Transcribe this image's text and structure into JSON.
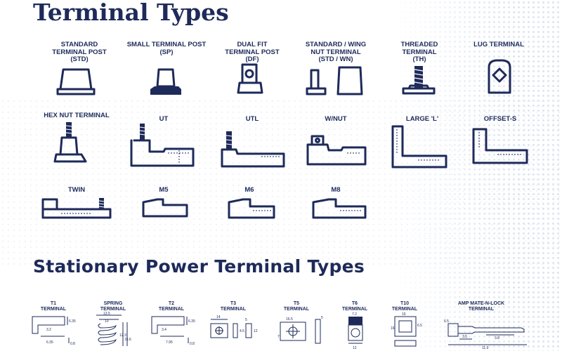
{
  "titles": {
    "main": "Terminal Types",
    "stationary": "Stationary Power Terminal Types"
  },
  "terminals": [
    {
      "lines": [
        "STANDARD",
        "TERMINAL POST",
        "(STD)"
      ],
      "icon": "standard-post-icon"
    },
    {
      "lines": [
        "SMALL TERMINAL POST",
        "(SP)"
      ],
      "icon": "small-post-icon"
    },
    {
      "lines": [
        "DUAL FIT",
        "TERMINAL POST",
        "(DF)"
      ],
      "icon": "dual-fit-post-icon"
    },
    {
      "lines": [
        "STANDARD / WING",
        "NUT TERMINAL",
        "(STD / WN)"
      ],
      "icon": "wing-nut-terminal-icon"
    },
    {
      "lines": [
        "THREADED",
        "TERMINAL",
        "(TH)"
      ],
      "icon": "threaded-terminal-icon"
    },
    {
      "lines": [
        "LUG TERMINAL"
      ],
      "icon": "lug-terminal-icon"
    },
    {
      "lines": [
        "HEX NUT TERMINAL"
      ],
      "icon": "hex-nut-terminal-icon"
    },
    {
      "lines": [
        "UT"
      ],
      "icon": "ut-terminal-icon"
    },
    {
      "lines": [
        "UTL"
      ],
      "icon": "utl-terminal-icon"
    },
    {
      "lines": [
        "W/NUT"
      ],
      "icon": "w-nut-terminal-icon"
    },
    {
      "lines": [
        "LARGE 'L'"
      ],
      "icon": "large-l-terminal-icon"
    },
    {
      "lines": [
        "OFFSET-S"
      ],
      "icon": "offset-s-terminal-icon"
    },
    {
      "lines": [
        "TWIN"
      ],
      "icon": "twin-terminal-icon"
    },
    {
      "lines": [
        "M5"
      ],
      "icon": "m5-terminal-icon"
    },
    {
      "lines": [
        "M6"
      ],
      "icon": "m6-terminal-icon"
    },
    {
      "lines": [
        "M8"
      ],
      "icon": "m8-terminal-icon"
    }
  ],
  "stationary": [
    {
      "lines": [
        "T1",
        "TERMINAL"
      ],
      "icon": "t1-terminal-drawing-icon",
      "dims": [
        "3.2",
        "6.35",
        "0.8",
        "6.35"
      ]
    },
    {
      "lines": [
        "SPRING",
        "TERMINAL"
      ],
      "icon": "spring-terminal-drawing-icon",
      "dims": [
        "13.5",
        "10",
        "12.3",
        "15.6"
      ]
    },
    {
      "lines": [
        "T2",
        "TERMINAL"
      ],
      "icon": "t2-terminal-drawing-icon",
      "dims": [
        "3.4",
        "7.95",
        "0.8",
        "6.35"
      ]
    },
    {
      "lines": [
        "T3",
        "TERMINAL"
      ],
      "icon": "t3-terminal-drawing-icon",
      "dims": [
        "14",
        "5",
        "4.5",
        "12"
      ]
    },
    {
      "lines": [
        "T5",
        "TERMINAL"
      ],
      "icon": "t5-terminal-drawing-icon",
      "dims": [
        "16.5",
        "5",
        "7"
      ]
    },
    {
      "lines": [
        "T6",
        "TERMINAL"
      ],
      "icon": "t6-terminal-drawing-icon",
      "dims": [
        "7.2",
        "12"
      ]
    },
    {
      "lines": [
        "T10",
        "TERMINAL"
      ],
      "icon": "t10-terminal-drawing-icon",
      "dims": [
        "16",
        "6.5",
        "16"
      ]
    },
    {
      "lines": [
        "AMP MATE-N-LOCK",
        "TERMINAL"
      ],
      "icon": "amp-mate-n-lock-drawing-icon",
      "dims": [
        "3.8",
        "3.5",
        "11.6",
        "6.5"
      ]
    }
  ]
}
